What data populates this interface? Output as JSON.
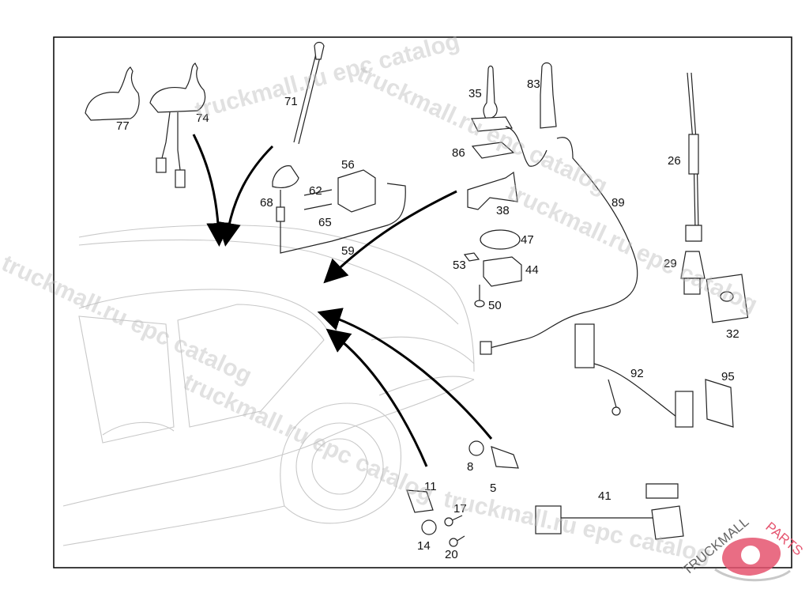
{
  "diagram": {
    "callouts": {
      "p77": "77",
      "p74": "74",
      "p71": "71",
      "p56": "56",
      "p62": "62",
      "p68": "68",
      "p65": "65",
      "p59": "59",
      "p35": "35",
      "p83": "83",
      "p86": "86",
      "p38": "38",
      "p26": "26",
      "p89": "89",
      "p47": "47",
      "p53": "53",
      "p44": "44",
      "p29": "29",
      "p50": "50",
      "p32": "32",
      "p92": "92",
      "p95": "95",
      "p8": "8",
      "p5": "5",
      "p11": "11",
      "p17": "17",
      "p14": "14",
      "p20": "20",
      "p41": "41"
    }
  },
  "watermark": {
    "text": "truckmall.ru epc catalog",
    "logo_left": "TRUCKMALL",
    "logo_right": "PARTS",
    "logo_color": "#e5546f"
  }
}
